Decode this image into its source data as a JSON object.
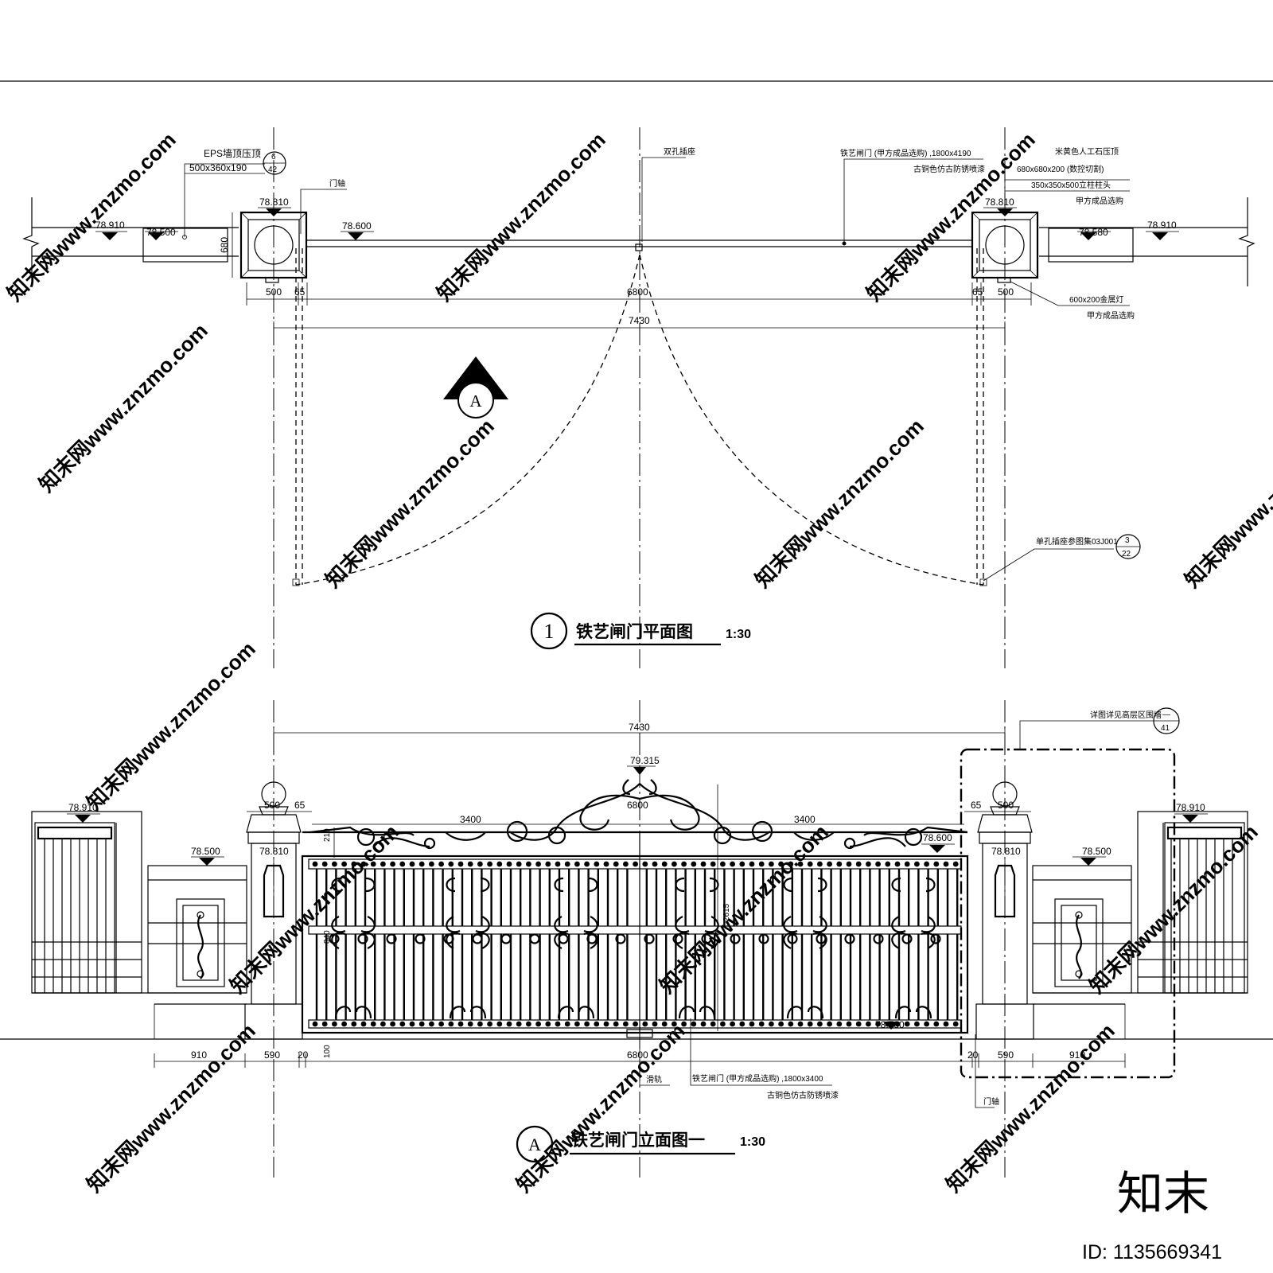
{
  "plan": {
    "title": "铁艺闸门平面图",
    "scale": "1:30",
    "number": "1",
    "section_marker": "A",
    "elevations": [
      "78.910",
      "78.500",
      "78.810",
      "78.600",
      "78.810",
      "78.580",
      "78.910"
    ],
    "dims": {
      "post_depth": "680",
      "left_post": "500",
      "left_gap": "65",
      "gate": "6800",
      "right_gap": "65",
      "right_post": "500",
      "overall": "7430"
    },
    "notes": {
      "eps_coping": "EPS墙顶压顶",
      "eps_size": "500x360x190",
      "eps_ref_top": "6",
      "eps_ref_bottom": "42",
      "hinge": "门轴",
      "double_socket": "双孔插座",
      "gate_spec": "铁艺闸门 (甲方成品选购) ,1800x4190",
      "gate_finish": "古铜色仿古防锈喷漆",
      "stone_cap": "米黄色人工石压顶",
      "stone_cap_size": "680x680x200 (数控切割)",
      "post_head": "350x350x500立柱柱头",
      "post_head_src": "甲方成品选购",
      "lamp": "600x200金属灯",
      "lamp_src": "甲方成品选购",
      "ground_socket": "单孔插座参图集03J001",
      "ground_socket_ref_top": "3",
      "ground_socket_ref_bottom": "22"
    }
  },
  "elevation": {
    "title": "铁艺闸门立面图一",
    "scale": "1:30",
    "marker": "A",
    "elevations": {
      "left_wall": "78.910",
      "left_low": "78.500",
      "top": "79.315",
      "left_post": "78.810",
      "right_gate": "78.600",
      "right_post": "78.810",
      "right_low": "78.500",
      "right_wall": "78.910",
      "bottom": "78.700"
    },
    "dims": {
      "overall": "7430",
      "left_post": "500",
      "left_gap": "65",
      "left_leaf": "3400",
      "center": "6800",
      "right_leaf": "3400",
      "right_gap": "65",
      "right_post": "500",
      "crown": "210",
      "rail": "840",
      "height": "2615",
      "base": "100",
      "bottom_left_wall": "910",
      "bottom_left_post": "590",
      "bottom_left_gap": "20",
      "bottom_gate": "6800",
      "bottom_right_gap": "20",
      "bottom_right_post": "590",
      "bottom_right_wall": "910"
    },
    "notes": {
      "detail": "详图详见高层区围墙",
      "detail_ref_top": "—",
      "detail_ref_bottom": "41",
      "track": "滑轨",
      "gate_spec": "铁艺闸门 (甲方成品选购) ,1800x3400",
      "gate_finish": "古铜色仿古防锈喷漆",
      "hinge": "门轴"
    }
  },
  "watermark": {
    "text": "知末网www.znzmo.com",
    "brand": "知末",
    "image_id": "ID: 1135669341"
  }
}
